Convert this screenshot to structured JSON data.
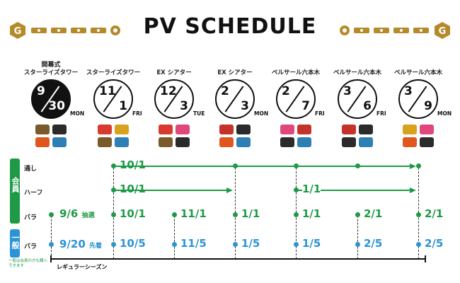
{
  "header": {
    "title": "PV SCHEDULE"
  },
  "brand": {
    "logo_text": "G"
  },
  "colors": {
    "member": "#1e9a47",
    "general": "#2c93d5",
    "gold": "#b58a2a",
    "dark": "#111111"
  },
  "games": [
    {
      "opener": "開幕式",
      "venue": "スターライズタワー",
      "month": "9",
      "day": "30",
      "dow": "MON",
      "highlight": true,
      "teams": [
        {
          "name": "brown-badge",
          "color": "#7a5a2a"
        },
        {
          "name": "black-badge",
          "color": "#2b2b2b"
        },
        {
          "name": "orange-badge",
          "color": "#e0561f"
        },
        {
          "name": "teal-badge",
          "color": "#2e7fb4"
        }
      ]
    },
    {
      "opener": "",
      "venue": "スターライズタワー",
      "month": "11",
      "day": "1",
      "dow": "FRI",
      "highlight": false,
      "teams": [
        {
          "name": "red-badge",
          "color": "#d83b2e"
        },
        {
          "name": "gold-badge",
          "color": "#d9a21c"
        },
        {
          "name": "brown-badge",
          "color": "#7a5a2a"
        },
        {
          "name": "teal-badge",
          "color": "#2e7fb4"
        }
      ]
    },
    {
      "opener": "",
      "venue": "EX シアター",
      "month": "12",
      "day": "3",
      "dow": "TUE",
      "highlight": false,
      "teams": [
        {
          "name": "red-badge",
          "color": "#d83b2e"
        },
        {
          "name": "pink-badge",
          "color": "#e0477d"
        },
        {
          "name": "brown-badge",
          "color": "#7a5a2a"
        },
        {
          "name": "black-badge",
          "color": "#2b2b2b"
        }
      ]
    },
    {
      "opener": "",
      "venue": "EX シアター",
      "month": "2",
      "day": "3",
      "dow": "MON",
      "highlight": false,
      "teams": [
        {
          "name": "red-badge",
          "color": "#c4322b"
        },
        {
          "name": "black-badge",
          "color": "#2b2b2b"
        },
        {
          "name": "orange-badge",
          "color": "#e0561f"
        },
        {
          "name": "teal-badge",
          "color": "#2e7fb4"
        }
      ]
    },
    {
      "opener": "",
      "venue": "ベルサール六本木",
      "month": "2",
      "day": "7",
      "dow": "FRI",
      "highlight": false,
      "teams": [
        {
          "name": "pink-badge",
          "color": "#e0477d"
        },
        {
          "name": "red-badge",
          "color": "#c4322b"
        },
        {
          "name": "black-badge",
          "color": "#2b2b2b"
        },
        {
          "name": "teal-badge",
          "color": "#2e7fb4"
        }
      ]
    },
    {
      "opener": "",
      "venue": "ベルサール六本木",
      "month": "3",
      "day": "6",
      "dow": "FRI",
      "highlight": false,
      "teams": [
        {
          "name": "red-badge",
          "color": "#c4322b"
        },
        {
          "name": "black-badge",
          "color": "#2b2b2b"
        },
        {
          "name": "black-badge",
          "color": "#2b2b2b"
        },
        {
          "name": "teal-badge",
          "color": "#2e7fb4"
        }
      ]
    },
    {
      "opener": "",
      "venue": "ベルサール六本木",
      "month": "3",
      "day": "9",
      "dow": "MON",
      "highlight": false,
      "teams": [
        {
          "name": "gold-badge",
          "color": "#d9a21c"
        },
        {
          "name": "pink-badge",
          "color": "#e0477d"
        },
        {
          "name": "orange-badge",
          "color": "#e0561f"
        },
        {
          "name": "black-badge",
          "color": "#2b2b2b"
        }
      ]
    }
  ],
  "sections": {
    "member": {
      "label": "会員"
    },
    "general": {
      "label": "一般"
    }
  },
  "rows": {
    "tooshi": {
      "label": "通し",
      "dates": [
        "10/1"
      ]
    },
    "half": {
      "label": "ハーフ",
      "dates": [
        "10/1",
        "1/1"
      ]
    },
    "bara_member": {
      "label": "バラ",
      "lottery_date": "9/6",
      "lottery_label": "抽選",
      "dates": [
        "10/1",
        "11/1",
        "1/1",
        "1/1",
        "2/1",
        "2/1"
      ]
    },
    "bara_general": {
      "label": "バラ",
      "first_date": "9/20",
      "first_label": "先着",
      "dates": [
        "10/5",
        "11/5",
        "1/5",
        "1/5",
        "2/5",
        "2/5"
      ]
    }
  },
  "footer": {
    "note": "一般は会員の方も購入できます",
    "season_label": "レギュラーシーズン"
  }
}
